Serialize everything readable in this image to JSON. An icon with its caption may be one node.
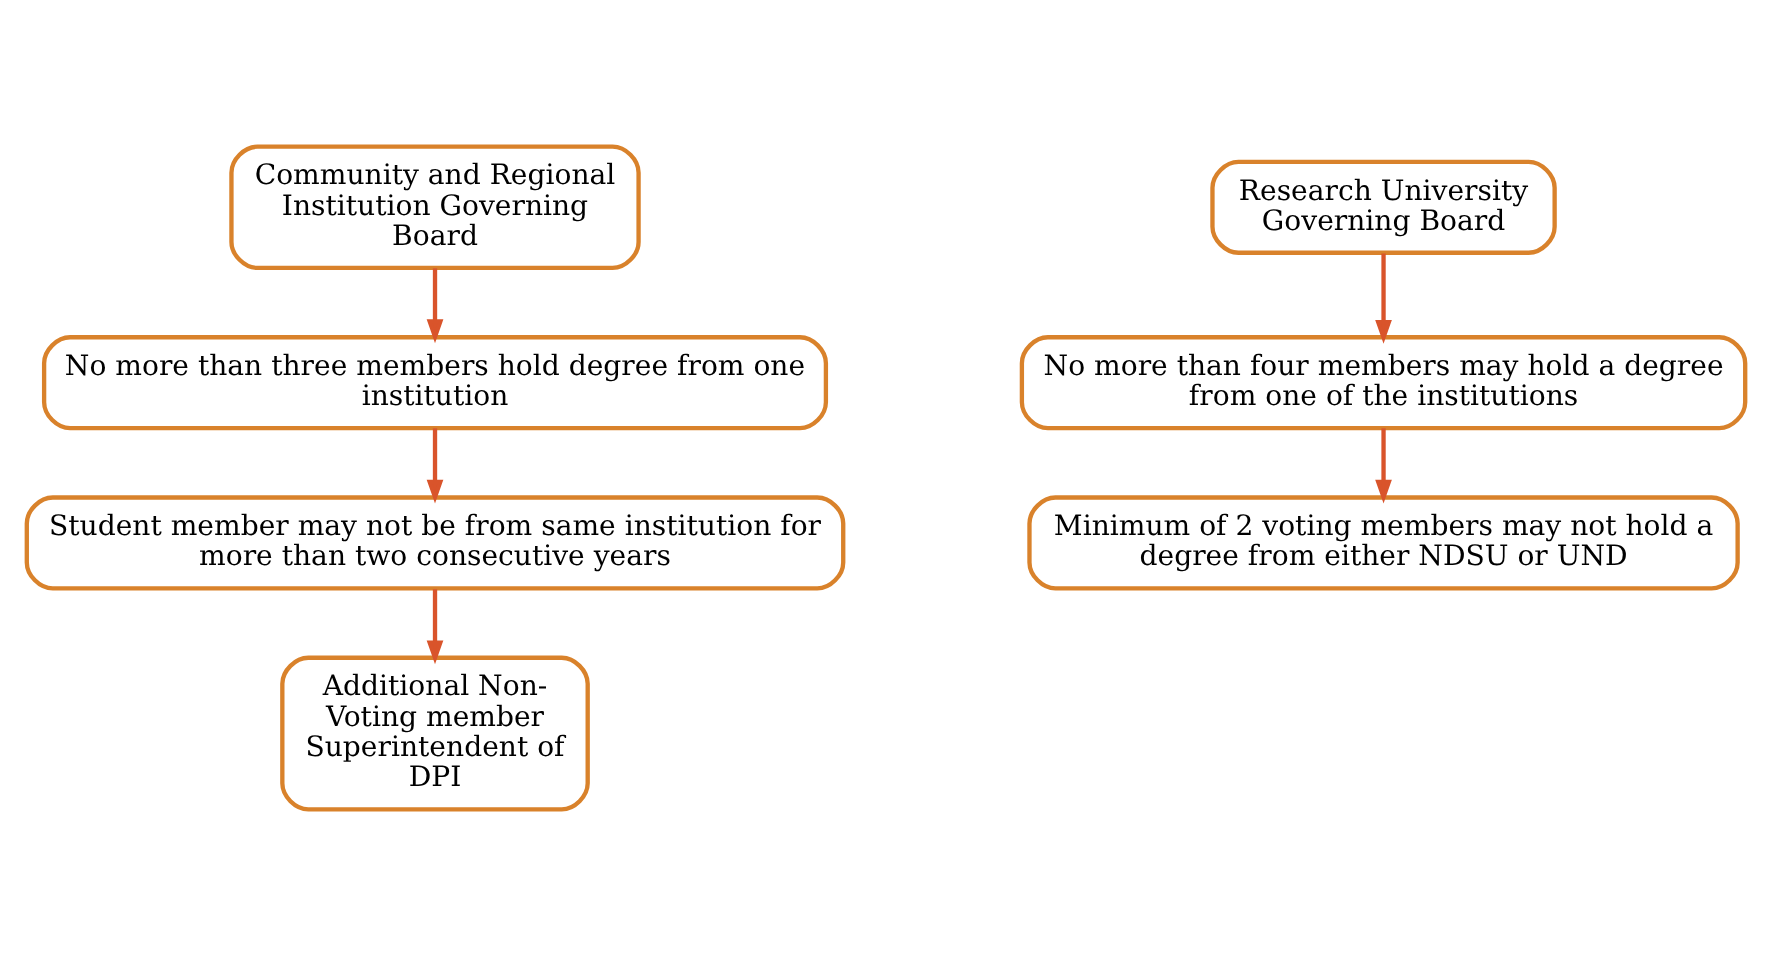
{
  "diagram": {
    "nodes": [
      {
        "text": [
          "Community and Regional Institution Governing Board"
        ]
      },
      {
        "text": [
          "No more than three members hold degree from one institution"
        ]
      },
      {
        "text": [
          "Student member may not be from same institution for more than two consecutive years"
        ]
      },
      {
        "text": [
          "Additional Non-Voting member Superintendent of DPI"
        ]
      },
      {
        "text": [
          "Research University Governing Board"
        ]
      },
      {
        "text": [
          "No more than four members may hold a degree from one of the institutions"
        ]
      },
      {
        "text": [
          "Minimum of 2 voting members may not hold a degree from either NDSU or UND"
        ]
      }
    ],
    "edges": [
      {
        "from": 0,
        "to": 1,
        "arrow": "to"
      },
      {
        "from": 1,
        "to": 2,
        "arrow": "to"
      },
      {
        "from": 2,
        "to": 3,
        "arrow": "to"
      },
      {
        "from": 4,
        "to": 5,
        "arrow": "to"
      },
      {
        "from": 5,
        "to": 6,
        "arrow": "to"
      }
    ]
  }
}
